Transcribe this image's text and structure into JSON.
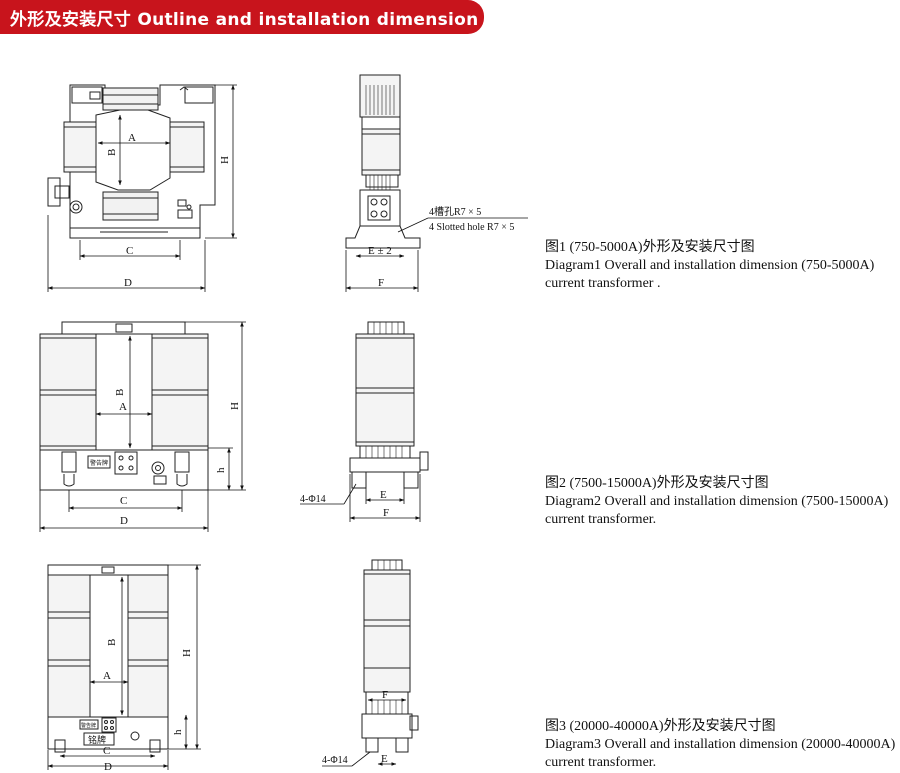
{
  "header": {
    "title": "外形及安装尺寸 Outline and installation dimension"
  },
  "diagrams": [
    {
      "caption_cn": "图1 (750-5000A)外形及安装尺寸图",
      "caption_en_1": "Diagram1 Overall and installation dimension (750-5000A)",
      "caption_en_2": "current transformer .",
      "dims": {
        "A": "A",
        "B": "B",
        "C": "C",
        "D": "D",
        "H": "H",
        "E": "E ± 2",
        "F": "F"
      },
      "note_cn": "4槽孔R7 × 5",
      "note_en": "4 Slotted hole R7 × 5"
    },
    {
      "caption_cn": "图2 (7500-15000A)外形及安装尺寸图",
      "caption_en_1": "Diagram2 Overall and installation dimension  (7500-15000A)",
      "caption_en_2": "current transformer.",
      "dims": {
        "A": "A",
        "B": "B",
        "C": "C",
        "D": "D",
        "H": "H",
        "h": "h",
        "E": "E",
        "F": "F"
      },
      "hole": "4-Φ14",
      "plate": "警告牌"
    },
    {
      "caption_cn": "图3 (20000-40000A)外形及安装尺寸图",
      "caption_en_1": "Diagram3 Overall and installation dimension   (20000-40000A)",
      "caption_en_2": "current transformer.",
      "dims": {
        "A": "A",
        "B": "B",
        "C": "C",
        "D": "D",
        "H": "H",
        "h": "h",
        "E": "E",
        "F": "F"
      },
      "hole": "4-Φ14",
      "plate": "警告牌",
      "nameplate": "铭牌"
    }
  ]
}
